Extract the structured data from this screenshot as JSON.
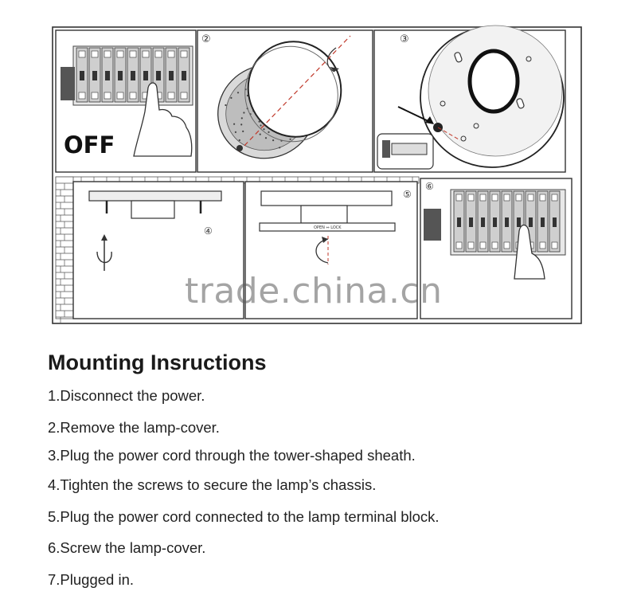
{
  "figure": {
    "off_label": "OFF",
    "panel_numbers": [
      "②",
      "③",
      "④",
      "⑤",
      "⑥"
    ],
    "open_lock_label": "OPEN ⇔ LOCK"
  },
  "watermark": "trade.china.cn",
  "instructions": {
    "title": "Mounting Insructions",
    "steps": [
      "1.Disconnect the power.",
      "2.Remove the lamp-cover.",
      "3.Plug the power cord through the tower-shaped sheath.",
      "4.Tighten the screws to secure the lamp’s chassis.",
      "5.Plug the power cord connected to the lamp terminal block.",
      "6.Screw the lamp-cover.",
      "7.Plugged in."
    ]
  }
}
